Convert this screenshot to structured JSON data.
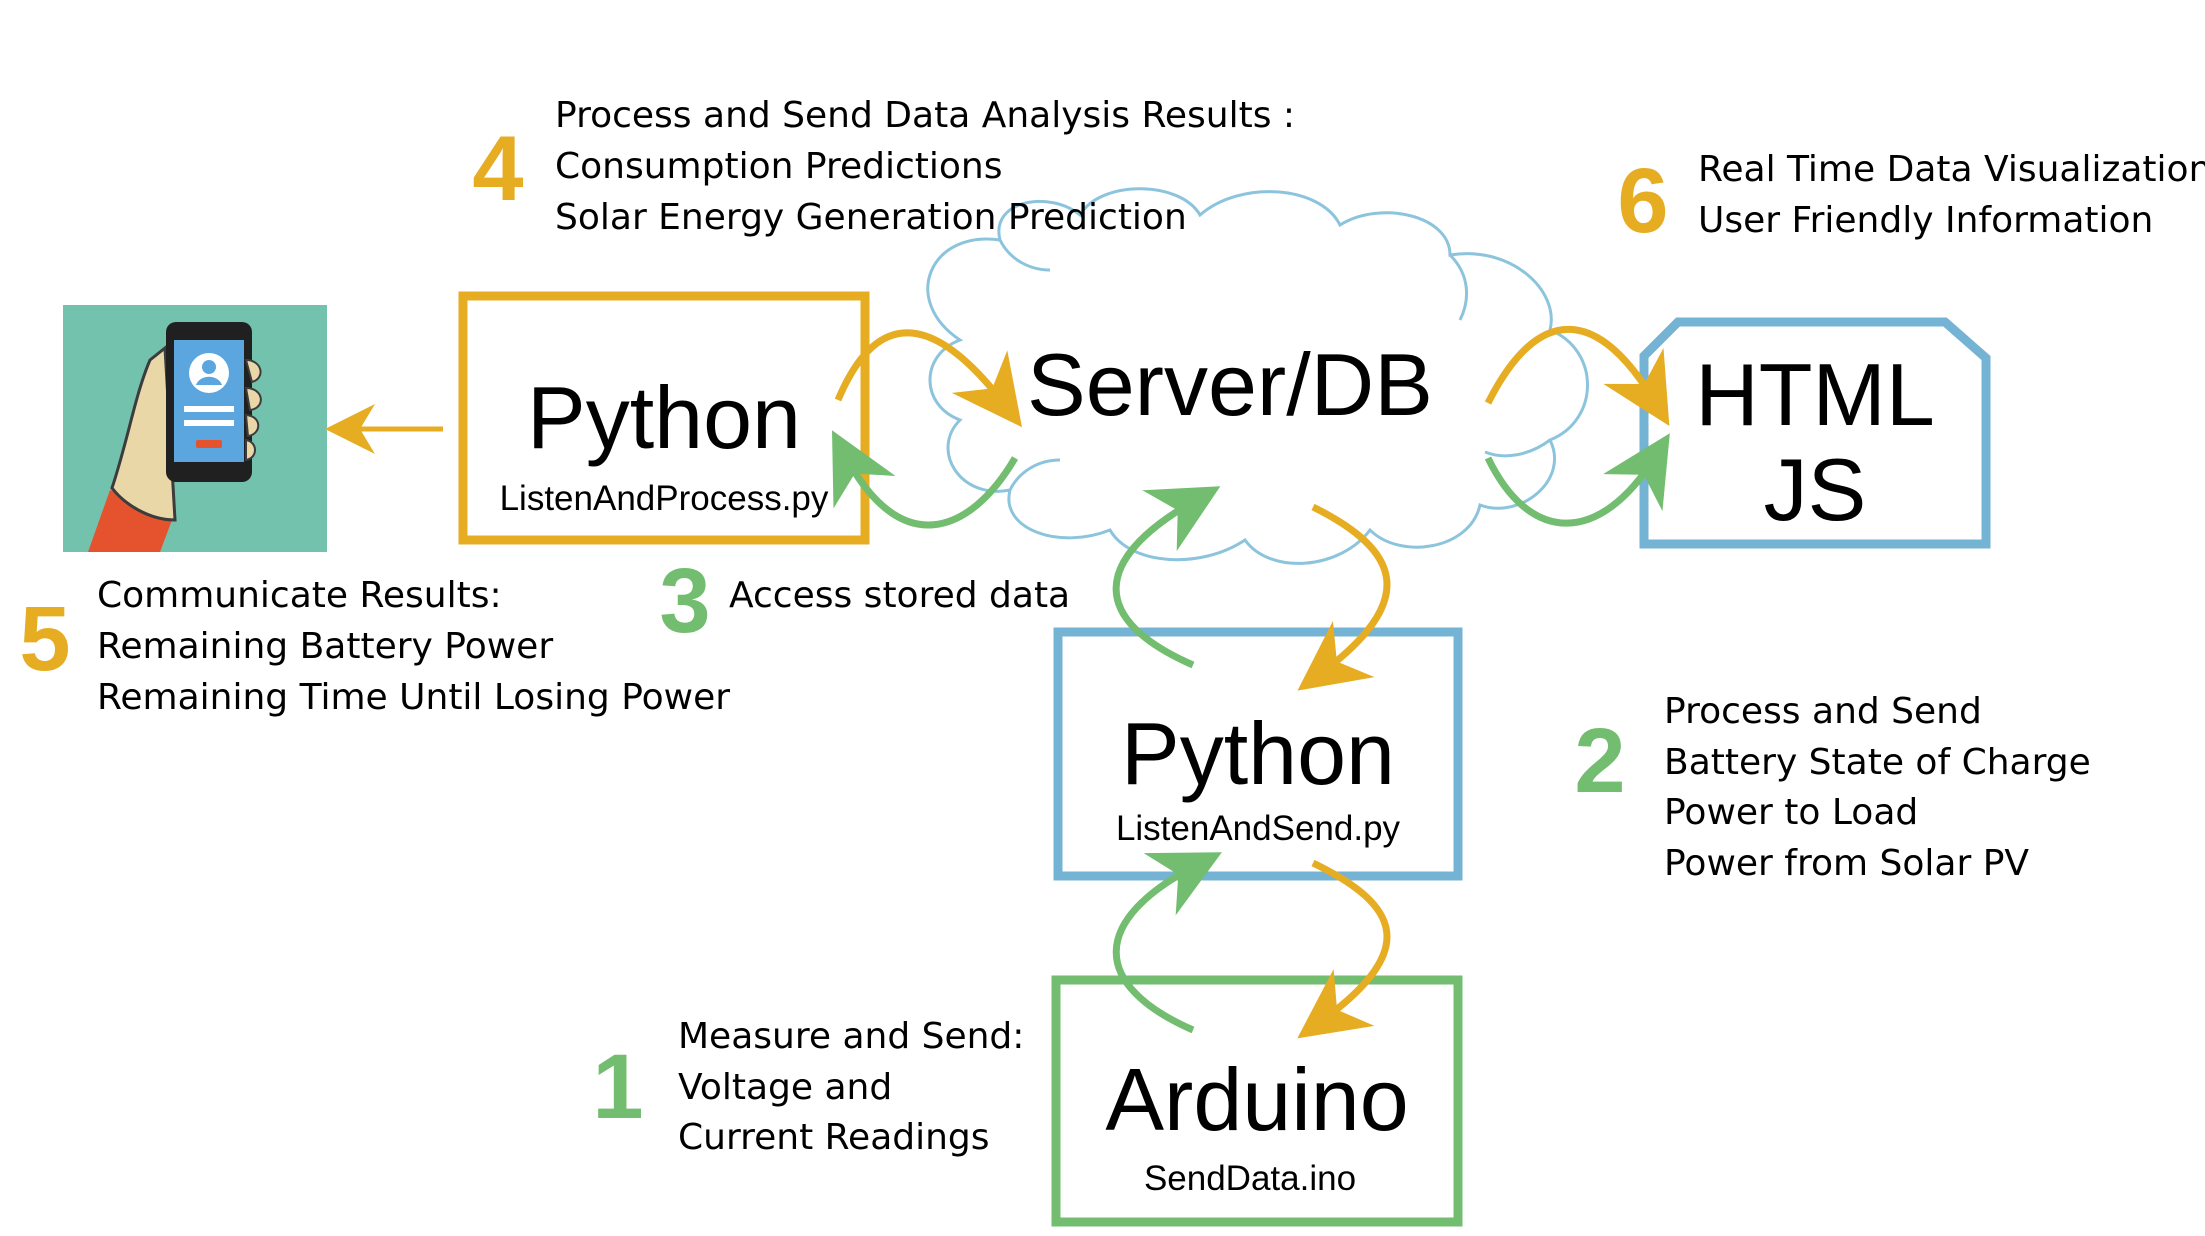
{
  "colors": {
    "orange": "#E6AD23",
    "green": "#72BD6F",
    "blue": "#74B3D3",
    "cloud_stroke": "#8BC4DC",
    "phone_bg": "#72C2AE"
  },
  "nodes": {
    "server": {
      "label": "Server/DB"
    },
    "python_process": {
      "title": "Python",
      "file": "ListenAndProcess.py"
    },
    "python_send": {
      "title": "Python",
      "file": "ListenAndSend.py"
    },
    "arduino": {
      "title": "Arduino",
      "file": "SendData.ino"
    },
    "html_js": {
      "line1": "HTML",
      "line2": "JS"
    },
    "phone": {
      "icon": "smartphone-in-hand-icon"
    }
  },
  "steps": {
    "s1": {
      "num": "1",
      "lines": [
        "Measure and Send:",
        "Voltage and",
        "Current Readings"
      ]
    },
    "s2": {
      "num": "2",
      "lines": [
        "Process and Send",
        "Battery State of Charge",
        "Power to Load",
        "Power from Solar PV"
      ]
    },
    "s3": {
      "num": "3",
      "lines": [
        "Access stored data"
      ]
    },
    "s4": {
      "num": "4",
      "lines": [
        "Process and Send Data Analysis Results :",
        "Consumption Predictions",
        "Solar Energy Generation Prediction"
      ]
    },
    "s5": {
      "num": "5",
      "lines": [
        "Communicate Results:",
        "Remaining Battery Power",
        "Remaining Time Until Losing Power"
      ]
    },
    "s6": {
      "num": "6",
      "lines": [
        "Real Time Data Visualizations",
        "User Friendly Information"
      ]
    }
  }
}
